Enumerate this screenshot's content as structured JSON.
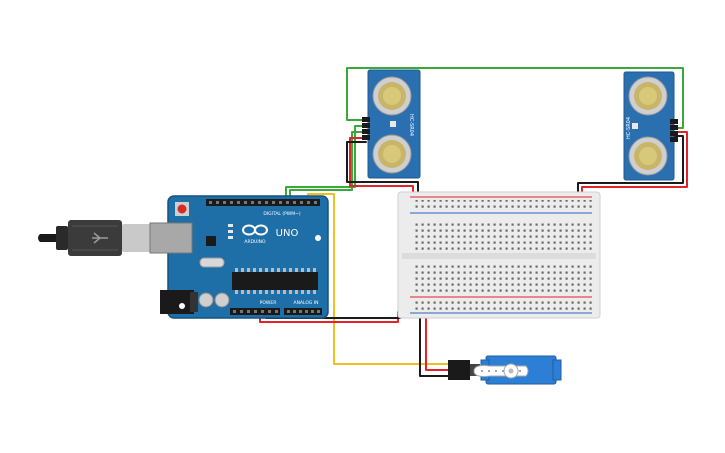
{
  "canvas": {
    "background": "#ffffff"
  },
  "colors": {
    "board_blue": "#1e6fa8",
    "board_edge": "#15527e",
    "sensor_blue": "#2a6fb0",
    "breadboard": "#ececec",
    "wire_red": "#e0242a",
    "wire_black": "#1a1a1a",
    "wire_green": "#3aa83a",
    "wire_yellow": "#f0c020",
    "servo_body": "#2d7fd6",
    "metal": "#b8b8b8"
  },
  "arduino": {
    "brand": "ARDUINO",
    "model": "UNO",
    "label_digital": "DIGITAL (PWM~)",
    "label_power": "POWER",
    "label_analog": "ANALOG IN",
    "icon": "arduino-logo-icon"
  },
  "usb_cable": {
    "icon": "usb-plug-icon"
  },
  "sensor_left": {
    "name": "HC-SR04",
    "icon": "ultrasonic-sensor-icon"
  },
  "sensor_right": {
    "name": "HC-SR04",
    "icon": "ultrasonic-sensor-icon"
  },
  "breadboard": {
    "icon": "breadboard-icon"
  },
  "servo": {
    "icon": "servo-motor-icon"
  }
}
